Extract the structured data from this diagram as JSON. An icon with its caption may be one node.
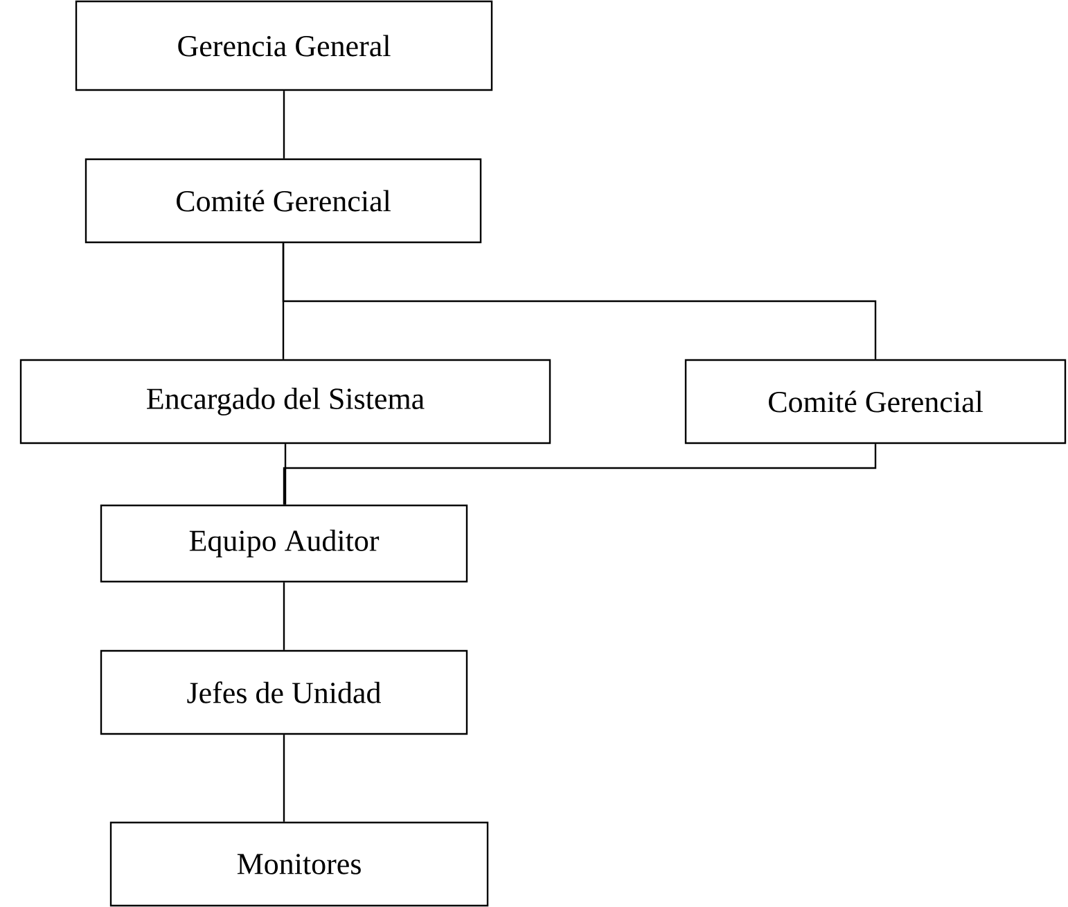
{
  "diagram": {
    "nodes": [
      {
        "text": [
          "Gerencia General"
        ]
      },
      {
        "text": [
          "Comité Gerencial"
        ]
      },
      {
        "text": [
          "Encargado del Sistema"
        ]
      },
      {
        "text": [
          "Comité Gerencial"
        ]
      },
      {
        "text": [
          "Equipo Auditor"
        ]
      },
      {
        "text": [
          "Jefes de Unidad"
        ]
      },
      {
        "text": [
          "Monitores"
        ]
      }
    ],
    "edges": [
      {
        "from": 0,
        "to": 1,
        "arrow": "none"
      },
      {
        "from": 1,
        "to": 2,
        "arrow": "none"
      },
      {
        "from": 1,
        "to": 3,
        "arrow": "none"
      },
      {
        "from": 2,
        "to": 4,
        "arrow": "none"
      },
      {
        "from": 3,
        "to": 4,
        "arrow": "none"
      },
      {
        "from": 4,
        "to": 5,
        "arrow": "none"
      },
      {
        "from": 5,
        "to": 6,
        "arrow": "none"
      }
    ]
  }
}
